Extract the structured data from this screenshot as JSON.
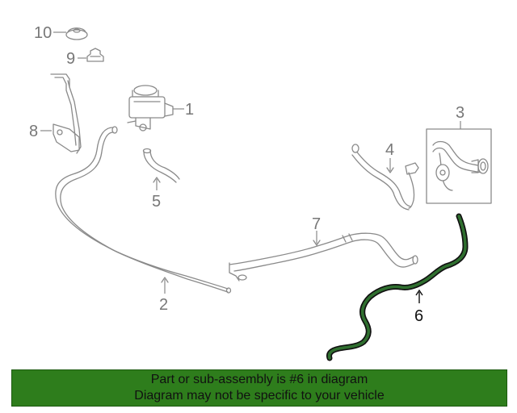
{
  "diagram": {
    "callouts": {
      "c1": "1",
      "c2": "2",
      "c3": "3",
      "c4": "4",
      "c5": "5",
      "c6": "6",
      "c7": "7",
      "c8": "8",
      "c9": "9",
      "c10": "10"
    },
    "highlight_color": "#2f6f2f"
  },
  "banner": {
    "line1": "Part or sub-assembly is #6 in diagram",
    "line2": "Diagram may not be specific to your vehicle",
    "background": "#2e7d1c"
  }
}
